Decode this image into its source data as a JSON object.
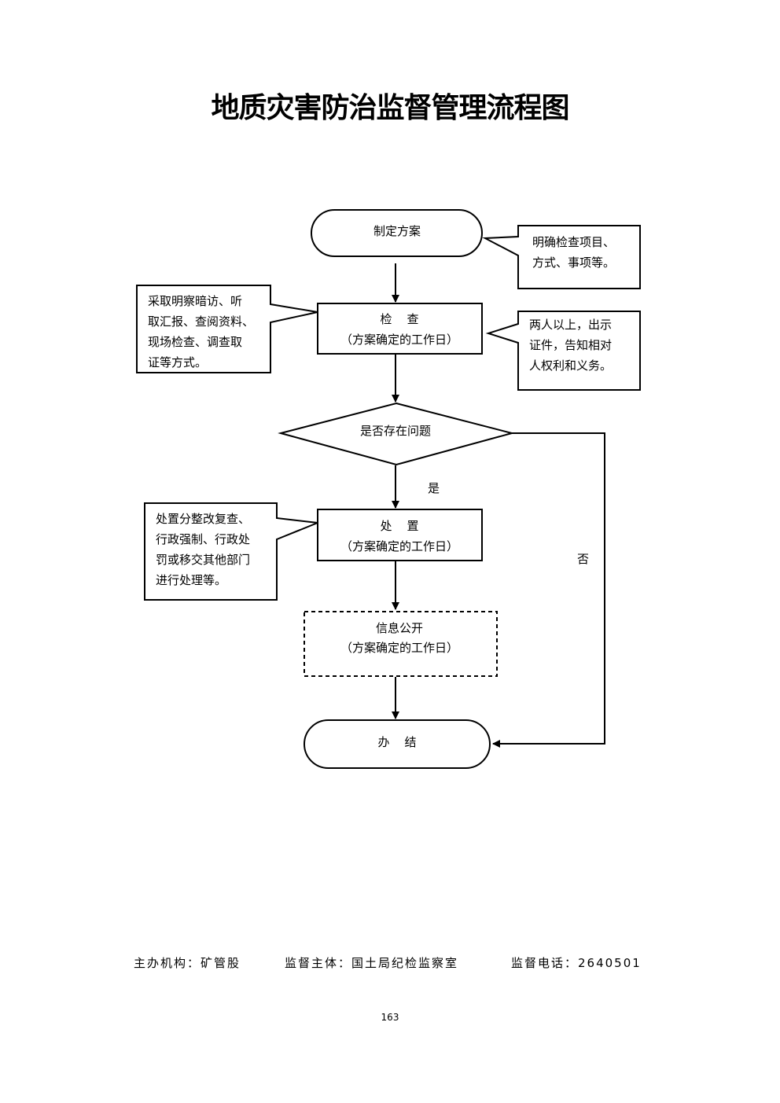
{
  "title": "地质灾害防治监督管理流程图",
  "nodes": {
    "start": "制定方案",
    "check": {
      "label": "检    查",
      "sub": "（方案确定的工作日）"
    },
    "decision": "是否存在问题",
    "handle": {
      "label": "处    置",
      "sub": "（方案确定的工作日）"
    },
    "publish": {
      "label": "信息公开",
      "sub": "（方案确定的工作日）"
    },
    "end": "办    结"
  },
  "edges": {
    "yes": "是",
    "no": "否"
  },
  "notes": {
    "plan": [
      "明确检查项目、",
      "方式、事项等。"
    ],
    "check_methods": [
      "采取明察暗访、听",
      "取汇报、查阅资料、",
      "现场检查、调查取",
      "证等方式。"
    ],
    "check_rules": [
      "两人以上，出示",
      "证件，告知相对",
      "人权利和义务。"
    ],
    "handle_methods": [
      "处置分整改复查、",
      "行政强制、行政处",
      "罚或移交其他部门",
      "进行处理等。"
    ]
  },
  "footer": {
    "organizer": "主办机构：矿管股",
    "supervisor": "监督主体：国土局纪检监察室",
    "phone": "监督电话：2640501"
  },
  "page_number": "163"
}
